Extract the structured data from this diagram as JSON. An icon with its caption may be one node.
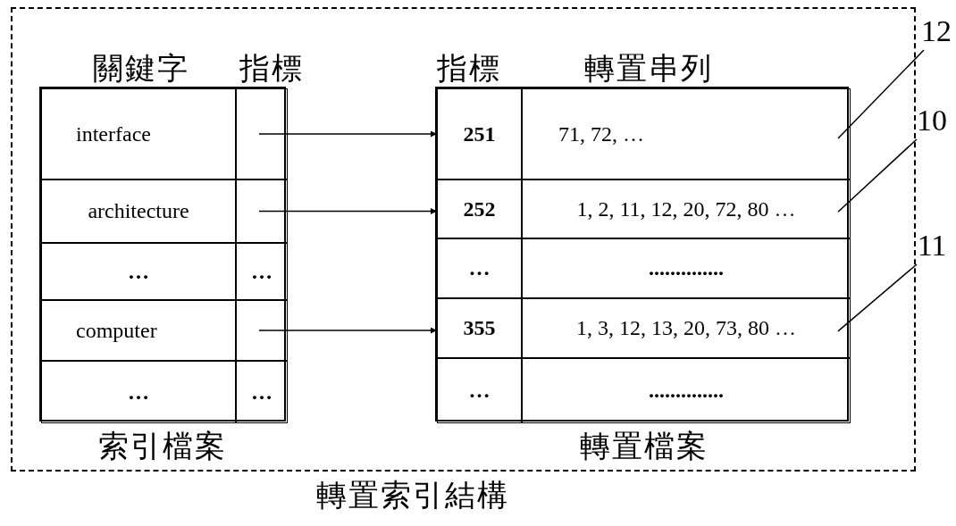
{
  "diagram": {
    "nodes": [
      {
        "text": [
          "轉置索引結構"
        ]
      },
      {
        "text": [
          "關鍵字",
          "指標",
          "索引檔案"
        ],
        "in": 0
      },
      {
        "text": [
          "interface"
        ],
        "in": 1
      },
      {
        "text": [],
        "shape": "box",
        "in": 1
      },
      {
        "text": [
          "architecture"
        ],
        "in": 1
      },
      {
        "text": [],
        "shape": "box",
        "in": 1
      },
      {
        "text": [
          "…"
        ],
        "in": 1
      },
      {
        "text": [
          "…"
        ],
        "in": 1
      },
      {
        "text": [
          "computer"
        ],
        "in": 1
      },
      {
        "text": [],
        "shape": "box",
        "in": 1
      },
      {
        "text": [
          "…"
        ],
        "in": 1
      },
      {
        "text": [
          "…"
        ],
        "in": 1
      },
      {
        "text": [
          "指標",
          "轉置串列",
          "轉置檔案"
        ],
        "in": 0
      },
      {
        "text": [
          "251"
        ],
        "in": 12
      },
      {
        "text": [
          "71, 72, …"
        ],
        "in": 12
      },
      {
        "text": [
          "252"
        ],
        "in": 12
      },
      {
        "text": [
          "1, 2, 11, 12, 20, 72, 80 …"
        ],
        "in": 12
      },
      {
        "text": [
          "…"
        ],
        "in": 12
      },
      {
        "text": [
          ".............."
        ],
        "in": 12
      },
      {
        "text": [
          "355"
        ],
        "in": 12
      },
      {
        "text": [
          "1, 3, 12, 13, 20, 73, 80 …"
        ],
        "in": 12
      },
      {
        "text": [
          "…"
        ],
        "in": 12
      },
      {
        "text": [
          ".............."
        ],
        "in": 12
      },
      {
        "text": [
          "12"
        ]
      },
      {
        "text": [
          "10"
        ]
      },
      {
        "text": [
          "11"
        ]
      }
    ],
    "edges": [
      {
        "from": 3,
        "to": 13,
        "arrow": "to"
      },
      {
        "from": 5,
        "to": 15,
        "arrow": "to"
      },
      {
        "from": 9,
        "to": 19,
        "arrow": "to"
      },
      {
        "from": 23,
        "to": 14,
        "arrow": "none"
      },
      {
        "from": 24,
        "to": 16,
        "arrow": "none"
      },
      {
        "from": 25,
        "to": 20,
        "arrow": "none"
      }
    ]
  }
}
